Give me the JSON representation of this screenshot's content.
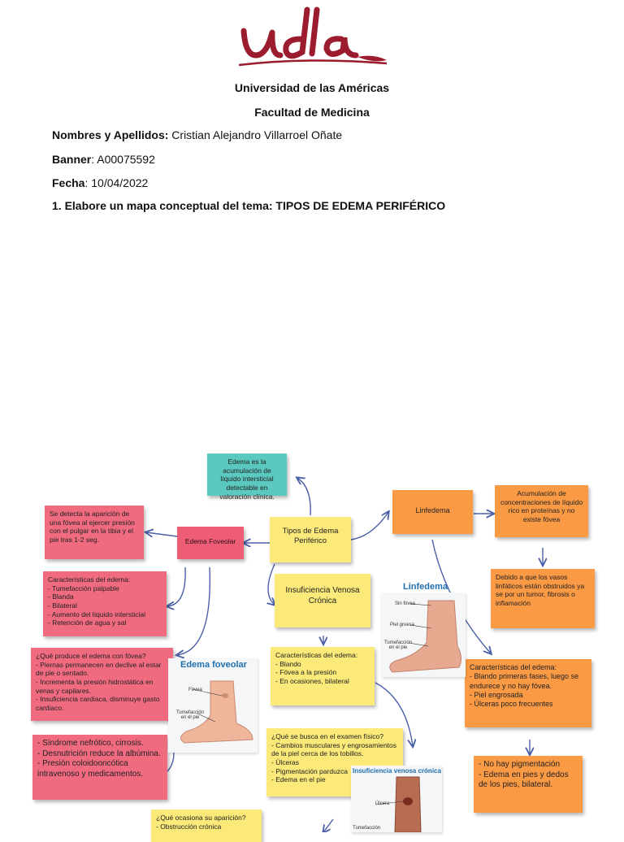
{
  "header": {
    "university": "Universidad de las Américas",
    "faculty": "Facultad de Medicina",
    "name_label": "Nombres y Apellidos:",
    "name_value": "Cristian Alejandro Villarroel Oñate",
    "banner_label": "Banner",
    "banner_value": ": A00075592",
    "date_label": "Fecha",
    "date_value": ": 10/04/2022",
    "task": "1. Elabore un mapa conceptual del tema: TIPOS DE EDEMA PERIFÉRICO"
  },
  "logo": {
    "text": "udla",
    "color": "#9b1c2e"
  },
  "map": {
    "definition": "Edema es la acumulación de líquido intersticial detectable en valoración clínica.",
    "center": "Tipos de Edema Periférico",
    "foveolar": {
      "title": "Edema Foveolar",
      "detection": "Se detecta la aparición de una fóvea al ejercer presión con el pulgar en la tibia y el pie tras 1-2 seg.",
      "characteristics": "Características del edema:\n- Tumefacción palpable\n- Blanda\n- Bilateral\n- Aumento del líquido intersticial\n- Retención de agua y sal",
      "causes": "¿Qué produce el edema con fóvea?\n- Piernas permanecen en declive al estar de pie o sentado.\n- Incrementa la presión hidrostática en venas y capilares.\n- Insuficiencia cardiaca, disminuye gasto cardiaco.",
      "conditions": "- Síndrome nefrótico, cirrosis.\n- Desnutrición reduce la albúmina.\n- Presión coloidooncótica intravenoso y medicamentos.",
      "figure_title": "Edema foveolar",
      "figure_labels": [
        "Fóvea",
        "Tumefacción en el pie"
      ]
    },
    "venous": {
      "title": "Insuficiencia Venosa Crónica",
      "characteristics": "Características del edema:\n- Blando\n- Fóvea a la presión\n- En ocasiones, bilateral",
      "exam": "¿Qué se busca en el examen físico?\n- Cambios musculares y engrosamientos de la piel cerca de los tobillos.\n- Úlceras\n- Pigmentación parduzca\n- Edema en el pie",
      "origin": "¿Qué ocasiona su aparición?\n- Obstrucción crónica",
      "figure_title": "Insuficiencia venosa crónica",
      "figure_labels": [
        "Úlcera",
        "Tumefacción"
      ]
    },
    "lymph": {
      "title": "Linfedema",
      "accumulation": "Acumulación de concentraciones de líquido rico en proteínas y no existe fóvea",
      "reason": "Debido a que los vasos linfáticos están obstruidos ya se por un tumor, fibrosis o inflamación",
      "characteristics": "Características del edema:\n- Blando primeras fases, luego se endurece y no hay fóvea.\n- Piel engrosada\n- Úlceras poco frecuentes",
      "notes": "- No hay pigmentación\n- Edema en pies y dedos de los pies, bilateral.",
      "figure_title": "Linfedema",
      "figure_labels": [
        "Sin fóvea",
        "Piel gruesa",
        "Tumefacción en el pie"
      ]
    }
  },
  "colors": {
    "pink": "#ee5c76",
    "teal": "#5cc9c0",
    "yellow": "#fbea79",
    "orange": "#fb9a45",
    "arrow": "#4a5fa8",
    "figure_title": "#1f6fae"
  }
}
